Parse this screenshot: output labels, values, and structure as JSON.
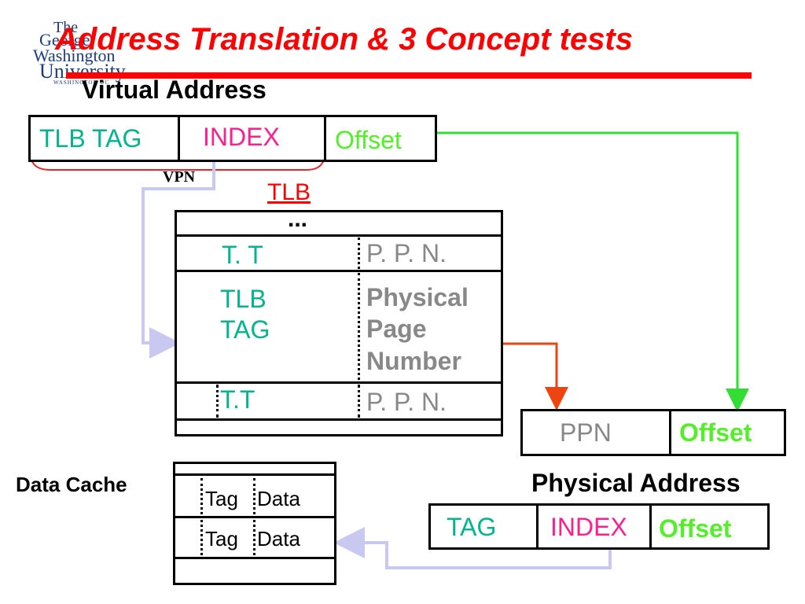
{
  "logo": {
    "line1": "The",
    "line2": "George",
    "line3": "Washington",
    "line4": "University",
    "line5": "WASHINGTON DC"
  },
  "title": "Address Translation & 3 Concept tests",
  "virtual_address": {
    "label": "Virtual Address",
    "fields": [
      "TLB TAG",
      "INDEX",
      "Offset"
    ],
    "vpn_label": "VPN"
  },
  "tlb": {
    "label": "TLB",
    "dots": "...",
    "rows": [
      {
        "tag": "T. T",
        "ppn": "P. P. N."
      },
      {
        "tag_line1": "TLB",
        "tag_line2": "TAG",
        "ppn_line1": "Physical",
        "ppn_line2": "Page",
        "ppn_line3": "Number"
      },
      {
        "tag": "T.T",
        "ppn": "P. P. N."
      }
    ]
  },
  "physical_address": {
    "label": "Physical Address",
    "fields": [
      "PPN",
      "Offset"
    ],
    "cache_fields": [
      "TAG",
      "INDEX",
      "Offset"
    ]
  },
  "data_cache": {
    "label": "Data Cache",
    "rows": [
      {
        "tag": "Tag",
        "data": "Data"
      },
      {
        "tag": "Tag",
        "data": "Data"
      }
    ]
  },
  "colors": {
    "title": "#ff0000",
    "teal": "#00b48c",
    "pink": "#ff1f8f",
    "green": "#55ee2a",
    "gray": "#888888",
    "lavender_arrow": "#c8c8f0",
    "green_arrow": "#33dd33",
    "orange_arrow": "#ee4411"
  }
}
